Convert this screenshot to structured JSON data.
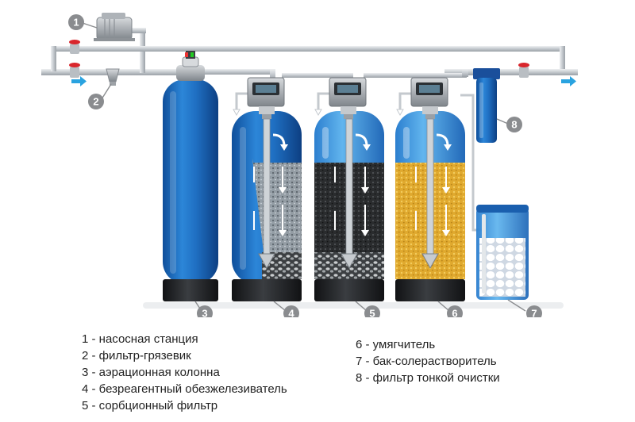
{
  "diagram": {
    "component_numbers": [
      "1",
      "2",
      "3",
      "4",
      "5",
      "6",
      "7",
      "8"
    ],
    "legend_left": [
      "1 - насосная станция",
      "2 - фильтр-грязевик",
      "3 - аэрационная колонна",
      "4 - безреагентный обезжелезиватель",
      "5 - сорбционный фильтр"
    ],
    "legend_right": [
      "6 - умягчитель",
      "7 - бак-солерастворитель",
      "8 - фильтр тонкой очистки"
    ],
    "colors": {
      "tank_blue": "#1d6fc4",
      "tank_light_blue": "#4aa3e6",
      "tank_base": "#1f2124",
      "pipe": "#c9ced3",
      "valve_red": "#d9262c",
      "flow_arrow": "#2aa3e0",
      "number_badge": "#8a8c8f",
      "media_gray": "#8d9296",
      "media_black": "#2b2d2f",
      "media_yellow": "#e2ae32",
      "salt_white": "#f2f4f7"
    },
    "icons": [
      "pump-icon",
      "valve-icon",
      "flow-arrow-icon",
      "control-head-icon"
    ]
  }
}
